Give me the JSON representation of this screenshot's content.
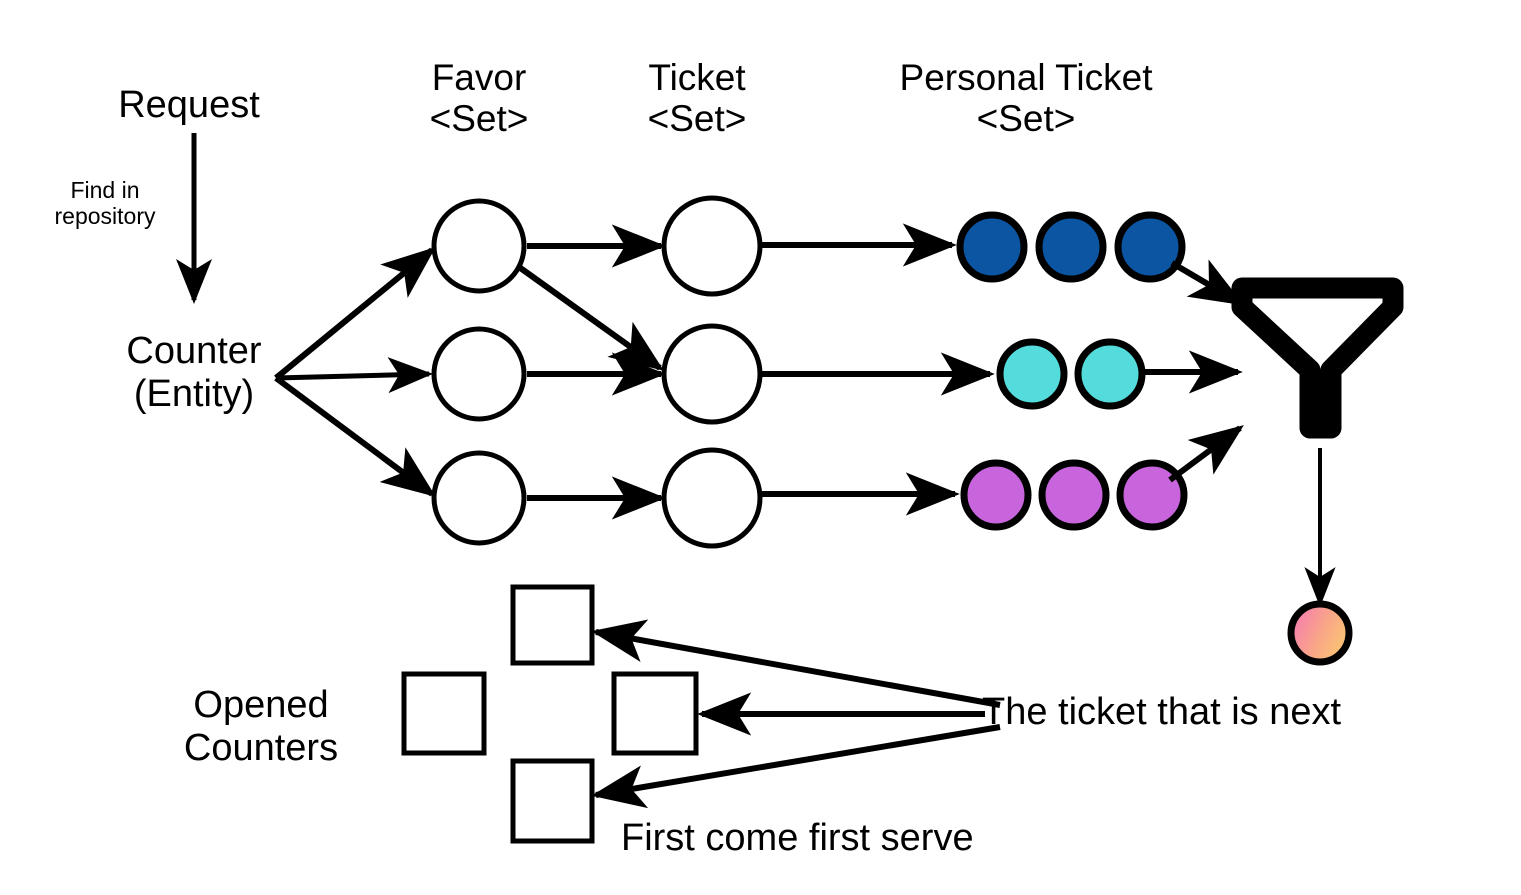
{
  "diagram": {
    "title_flow": "Counter ticket queue flow",
    "labels": {
      "request": "Request",
      "find_in_repository": "Find in\nrepository",
      "counter_entity": "Counter\n(Entity)",
      "favor_set": "Favor\n<Set>",
      "ticket_set": "Ticket\n<Set>",
      "personal_ticket_set": "Personal Ticket\n<Set>",
      "opened_counters": "Opened\nCounters",
      "next_ticket": "The ticket that is next",
      "first_come_first_serve": "First come first serve"
    },
    "colors": {
      "stroke": "#000000",
      "background": "#ffffff",
      "personal_ticket_blue": "#0B55A3",
      "personal_ticket_cyan": "#54DCDC",
      "personal_ticket_purple": "#C864DC",
      "result_gradient_start": "#F57BB0",
      "result_gradient_end": "#FBC96E"
    },
    "columns": [
      {
        "name": "favor",
        "label": "Favor",
        "generic": "<Set>",
        "node_count": 3,
        "fill": "#ffffff"
      },
      {
        "name": "ticket",
        "label": "Ticket",
        "generic": "<Set>",
        "node_count": 3,
        "fill": "#ffffff"
      },
      {
        "name": "personal-ticket",
        "label": "Personal Ticket",
        "generic": "<Set>",
        "node_count": 8,
        "fill": "varies"
      }
    ],
    "personal_ticket_rows": [
      {
        "row": 1,
        "color_name": "blue",
        "color": "#0B55A3",
        "count": 3
      },
      {
        "row": 2,
        "color_name": "cyan",
        "color": "#54DCDC",
        "count": 2
      },
      {
        "row": 3,
        "color_name": "purple",
        "color": "#C864DC",
        "count": 3
      }
    ],
    "funnel": {
      "name": "filter-funnel",
      "shape": "funnel",
      "inputs": 3,
      "outputs": 1
    },
    "result_node": {
      "name": "selected-ticket",
      "gradient": [
        "#F57BB0",
        "#FBC96E"
      ]
    },
    "opened_counters": {
      "count": 4,
      "shape": "square",
      "fill": "#ffffff"
    }
  }
}
